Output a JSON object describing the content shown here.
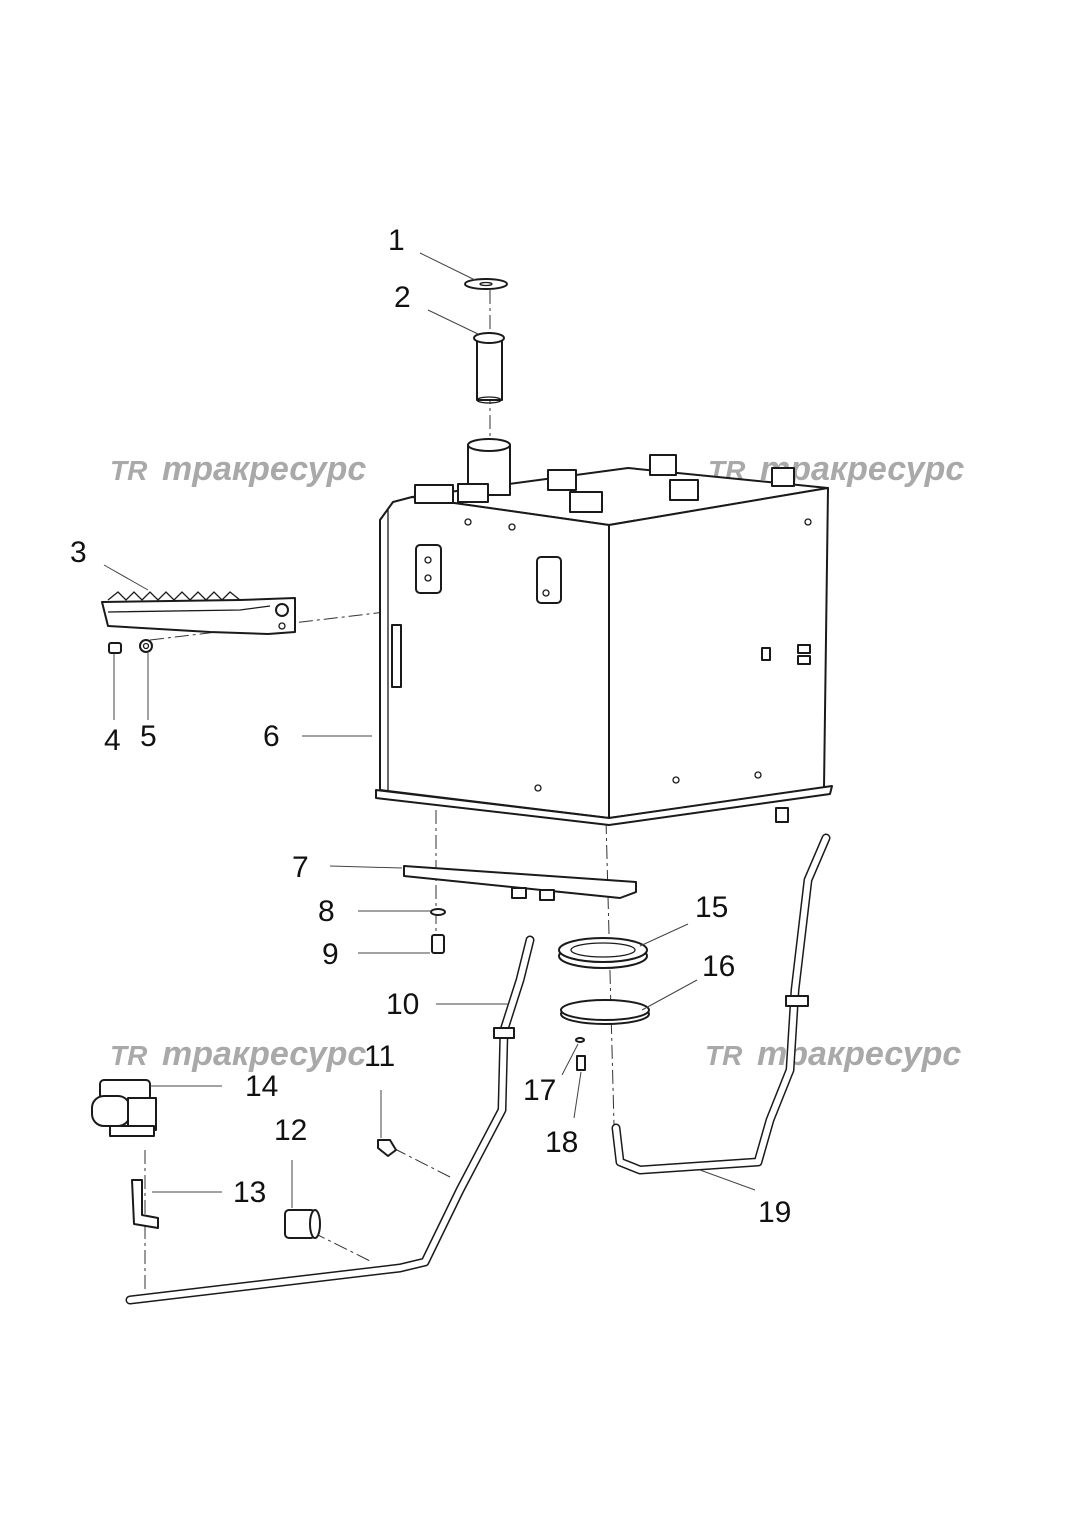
{
  "watermark": {
    "logo": "TR",
    "text": "тракресурс"
  },
  "callouts": [
    {
      "id": "1",
      "label": "1"
    },
    {
      "id": "2",
      "label": "2"
    },
    {
      "id": "3",
      "label": "3"
    },
    {
      "id": "4",
      "label": "4"
    },
    {
      "id": "5",
      "label": "5"
    },
    {
      "id": "6",
      "label": "6"
    },
    {
      "id": "7",
      "label": "7"
    },
    {
      "id": "8",
      "label": "8"
    },
    {
      "id": "9",
      "label": "9"
    },
    {
      "id": "10",
      "label": "10"
    },
    {
      "id": "11",
      "label": "11"
    },
    {
      "id": "12",
      "label": "12"
    },
    {
      "id": "13",
      "label": "13"
    },
    {
      "id": "14",
      "label": "14"
    },
    {
      "id": "15",
      "label": "15"
    },
    {
      "id": "16",
      "label": "16"
    },
    {
      "id": "17",
      "label": "17"
    },
    {
      "id": "18",
      "label": "18"
    },
    {
      "id": "19",
      "label": "19"
    }
  ]
}
